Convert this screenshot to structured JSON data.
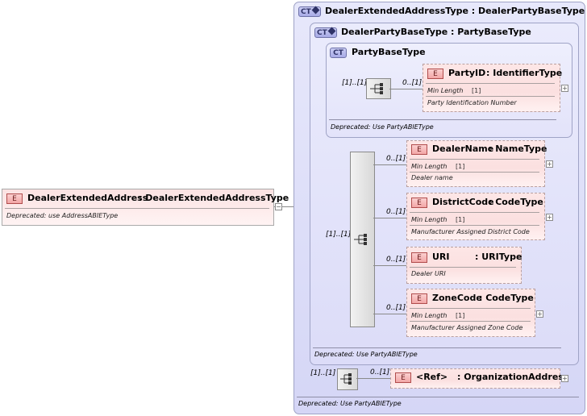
{
  "root": {
    "badge": "E",
    "name": "DealerExtendedAddress",
    "type": ": DealerExtendedAddressType",
    "note": "Deprecated: use AddressABIEType",
    "expander": "−"
  },
  "ct_outer": {
    "badge": "CT",
    "title": "DealerExtendedAddressType : DealerPartyBaseType",
    "deprecated": "Deprecated: Use PartyABIEType"
  },
  "ct_middle": {
    "badge": "CT",
    "title": "DealerPartyBaseType : PartyBaseType",
    "deprecated": "Deprecated: Use PartyABIEType"
  },
  "ct_inner": {
    "badge": "CT",
    "title": "PartyBaseType",
    "deprecated": "Deprecated: Use PartyABIEType"
  },
  "party_id": {
    "badge": "E",
    "name": "PartyID",
    "type": ": IdentifierType",
    "facet_label": "Min Length",
    "facet_value": "[1]",
    "doc": "Party Identification Number",
    "seq_card": "[1]..[1]",
    "card": "0..[1]"
  },
  "seq_main_card": "[1]..[1]",
  "dealer_name": {
    "badge": "E",
    "name": "DealerName",
    "type": ": NameType",
    "facet_label": "Min Length",
    "facet_value": "[1]",
    "doc": "Dealer name",
    "card": "0..[1]"
  },
  "district_code": {
    "badge": "E",
    "name": "DistrictCode",
    "type": ": CodeType",
    "facet_label": "Min Length",
    "facet_value": "[1]",
    "doc": "Manufacturer Assigned District Code",
    "card": "0..[1]"
  },
  "uri": {
    "badge": "E",
    "name": "URI",
    "type": ": URIType",
    "doc": "Dealer URI",
    "card": "0..[1]"
  },
  "zone_code": {
    "badge": "E",
    "name": "ZoneCode",
    "type": ": CodeType",
    "facet_label": "Min Length",
    "facet_value": "[1]",
    "doc": "Manufacturer Assigned Zone Code",
    "card": "0..[1]"
  },
  "org_address": {
    "badge": "E",
    "name": "<Ref>",
    "type": ": OrganizationAddress",
    "seq_card": "[1]..[1]",
    "card": "0..[1]"
  }
}
